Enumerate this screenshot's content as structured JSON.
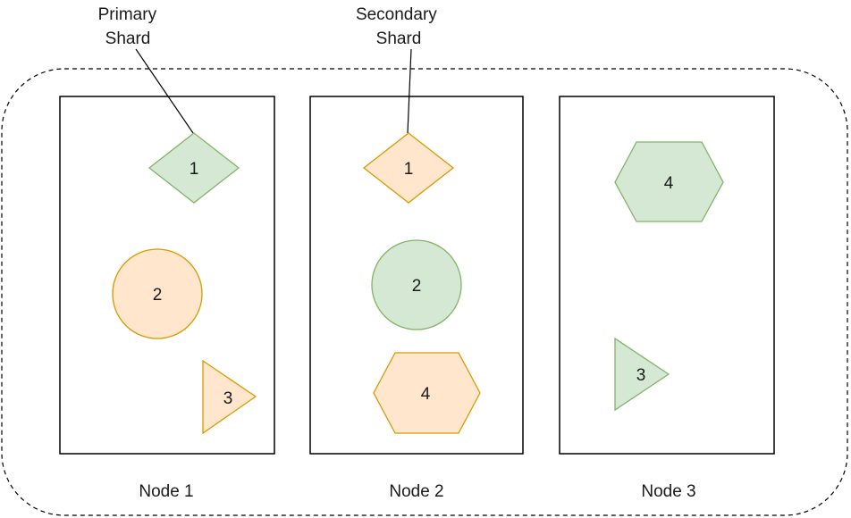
{
  "annotations": {
    "primary": [
      "Primary",
      "Shard"
    ],
    "secondary": [
      "Secondary",
      "Shard"
    ]
  },
  "colors": {
    "primary_fill": "#d5e8d4",
    "primary_stroke": "#82b366",
    "replica_fill": "#ffe6cc",
    "replica_stroke": "#d79b00",
    "node_stroke": "#000000",
    "cluster_stroke": "#000000"
  },
  "nodes": [
    {
      "label": "Node 1",
      "shards": [
        {
          "id": "1",
          "shape": "diamond",
          "role": "primary"
        },
        {
          "id": "2",
          "shape": "circle",
          "role": "replica"
        },
        {
          "id": "3",
          "shape": "triangle",
          "role": "replica"
        }
      ]
    },
    {
      "label": "Node 2",
      "shards": [
        {
          "id": "1",
          "shape": "diamond",
          "role": "replica"
        },
        {
          "id": "2",
          "shape": "circle",
          "role": "primary"
        },
        {
          "id": "4",
          "shape": "hexagon",
          "role": "replica"
        }
      ]
    },
    {
      "label": "Node 3",
      "shards": [
        {
          "id": "4",
          "shape": "hexagon",
          "role": "primary"
        },
        {
          "id": "3",
          "shape": "triangle",
          "role": "primary"
        }
      ]
    }
  ]
}
